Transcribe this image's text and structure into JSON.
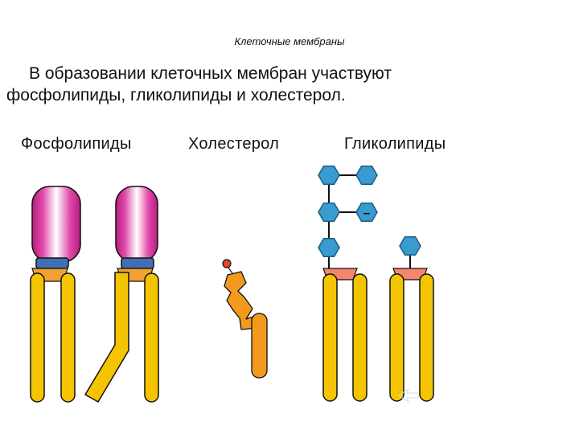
{
  "slide": {
    "title": "Клеточные мембраны",
    "intro_line1": "В образовании клеточных мембран  участвуют",
    "intro_line2": "фосфолипиды, гликолипиды и холестерол."
  },
  "labels": {
    "phospholipids": "Фосфолипиды",
    "cholesterol": "Холестерол",
    "glycolipids": "Гликолипиды"
  },
  "sugar_minus_sign": "–",
  "colors": {
    "tail": "#F5C400",
    "tail_outline": "#111111",
    "phosphate": "#3F6FB5",
    "glycerol": "#F2A233",
    "head": "#D62B96",
    "head_highlight": "#FFFFFF",
    "cholesterol": "#F39A1E",
    "cholesterol_oh": "#E8452E",
    "glyco_glycerol": "#F4866E",
    "sugar": "#3A9BD0",
    "sugar_outline": "#1B5A83"
  }
}
